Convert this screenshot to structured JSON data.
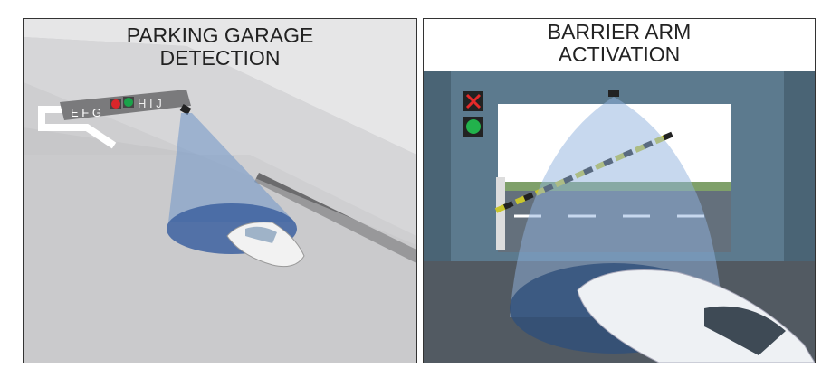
{
  "left_panel": {
    "title_line1": "PARKING GARAGE",
    "title_line2": "DETECTION",
    "sign_left": "E F G",
    "sign_right": "H I J",
    "indicator_colors": {
      "occupied": "#d9262b",
      "vacant": "#1aa34a"
    }
  },
  "right_panel": {
    "title_line1": "BARRIER ARM",
    "title_line2": "ACTIVATION",
    "status_icons": [
      "red-x-icon",
      "green-circle-icon"
    ]
  },
  "colors": {
    "beam": "#6f95c8",
    "barrier_stripe": "#c9c62c"
  }
}
